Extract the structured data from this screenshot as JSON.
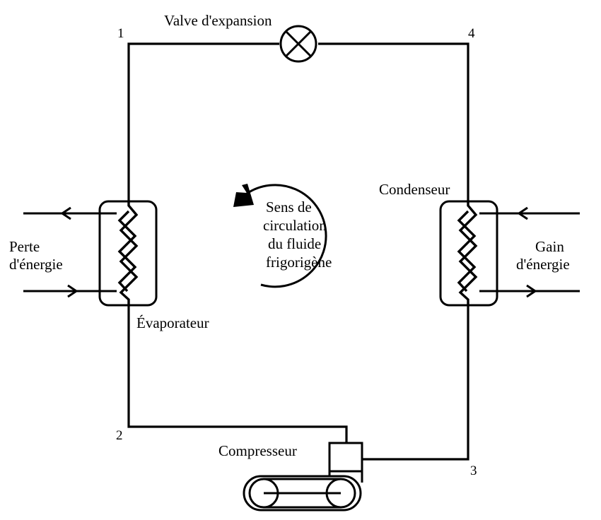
{
  "labels": {
    "expansion_valve": "Valve d'expansion",
    "condenser": "Condenseur",
    "evaporator": "Évaporateur",
    "compressor": "Compresseur",
    "flow_direction": [
      "Sens de",
      "circulation",
      "du fluide",
      "frigorigène"
    ],
    "energy_loss": [
      "Perte",
      "d'énergie"
    ],
    "energy_gain": [
      "Gain",
      "d'énergie"
    ]
  },
  "points": {
    "p1": "1",
    "p2": "2",
    "p3": "3",
    "p4": "4"
  }
}
